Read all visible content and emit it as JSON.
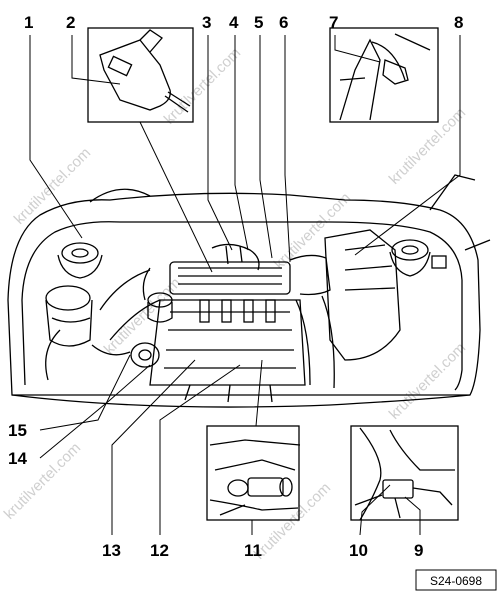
{
  "figure": {
    "code": "S24-0698",
    "watermark": "krutilvertel.com"
  },
  "callouts": [
    "1",
    "2",
    "3",
    "4",
    "5",
    "6",
    "7",
    "8",
    "9",
    "10",
    "11",
    "12",
    "13",
    "14",
    "15"
  ]
}
